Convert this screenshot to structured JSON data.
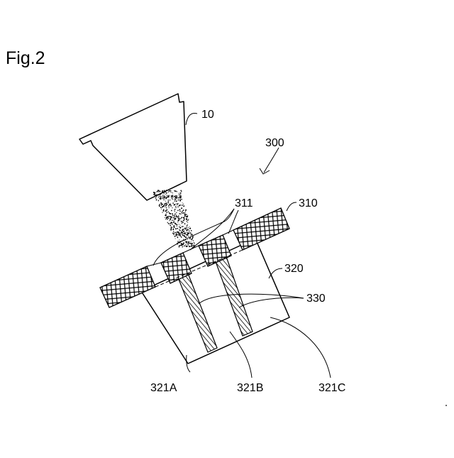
{
  "figure": {
    "title": "Fig.2",
    "labels": {
      "hopper": "10",
      "apparatus": "300",
      "plate": "310",
      "openings": "311",
      "body": "320",
      "partitions": "330",
      "chamber_a": "321A",
      "chamber_b": "321B",
      "chamber_c": "321C"
    }
  },
  "colors": {
    "line": "#000000",
    "background": "#ffffff"
  }
}
